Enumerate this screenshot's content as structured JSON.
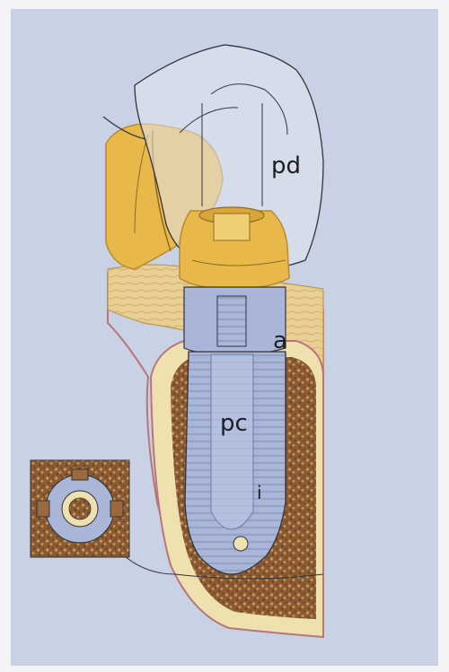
{
  "labels": {
    "crown": "pd",
    "abutment": "a",
    "implant_body": "pc",
    "implant_tip": "i"
  },
  "colors": {
    "background": "#c9d2e4",
    "frame_border": "#f4f4f6",
    "gold": "#e8b94a",
    "gold_dark": "#b88a2a",
    "bone_cortical": "#e9cf94",
    "bone_cancellous": "#8a5a32",
    "gum_line": "#b8757a",
    "implant_blue": "#a9b6d8",
    "implant_blue_dark": "#7f8db3",
    "outline": "#33333a",
    "cross_section_bg": "#9a6a3c"
  }
}
